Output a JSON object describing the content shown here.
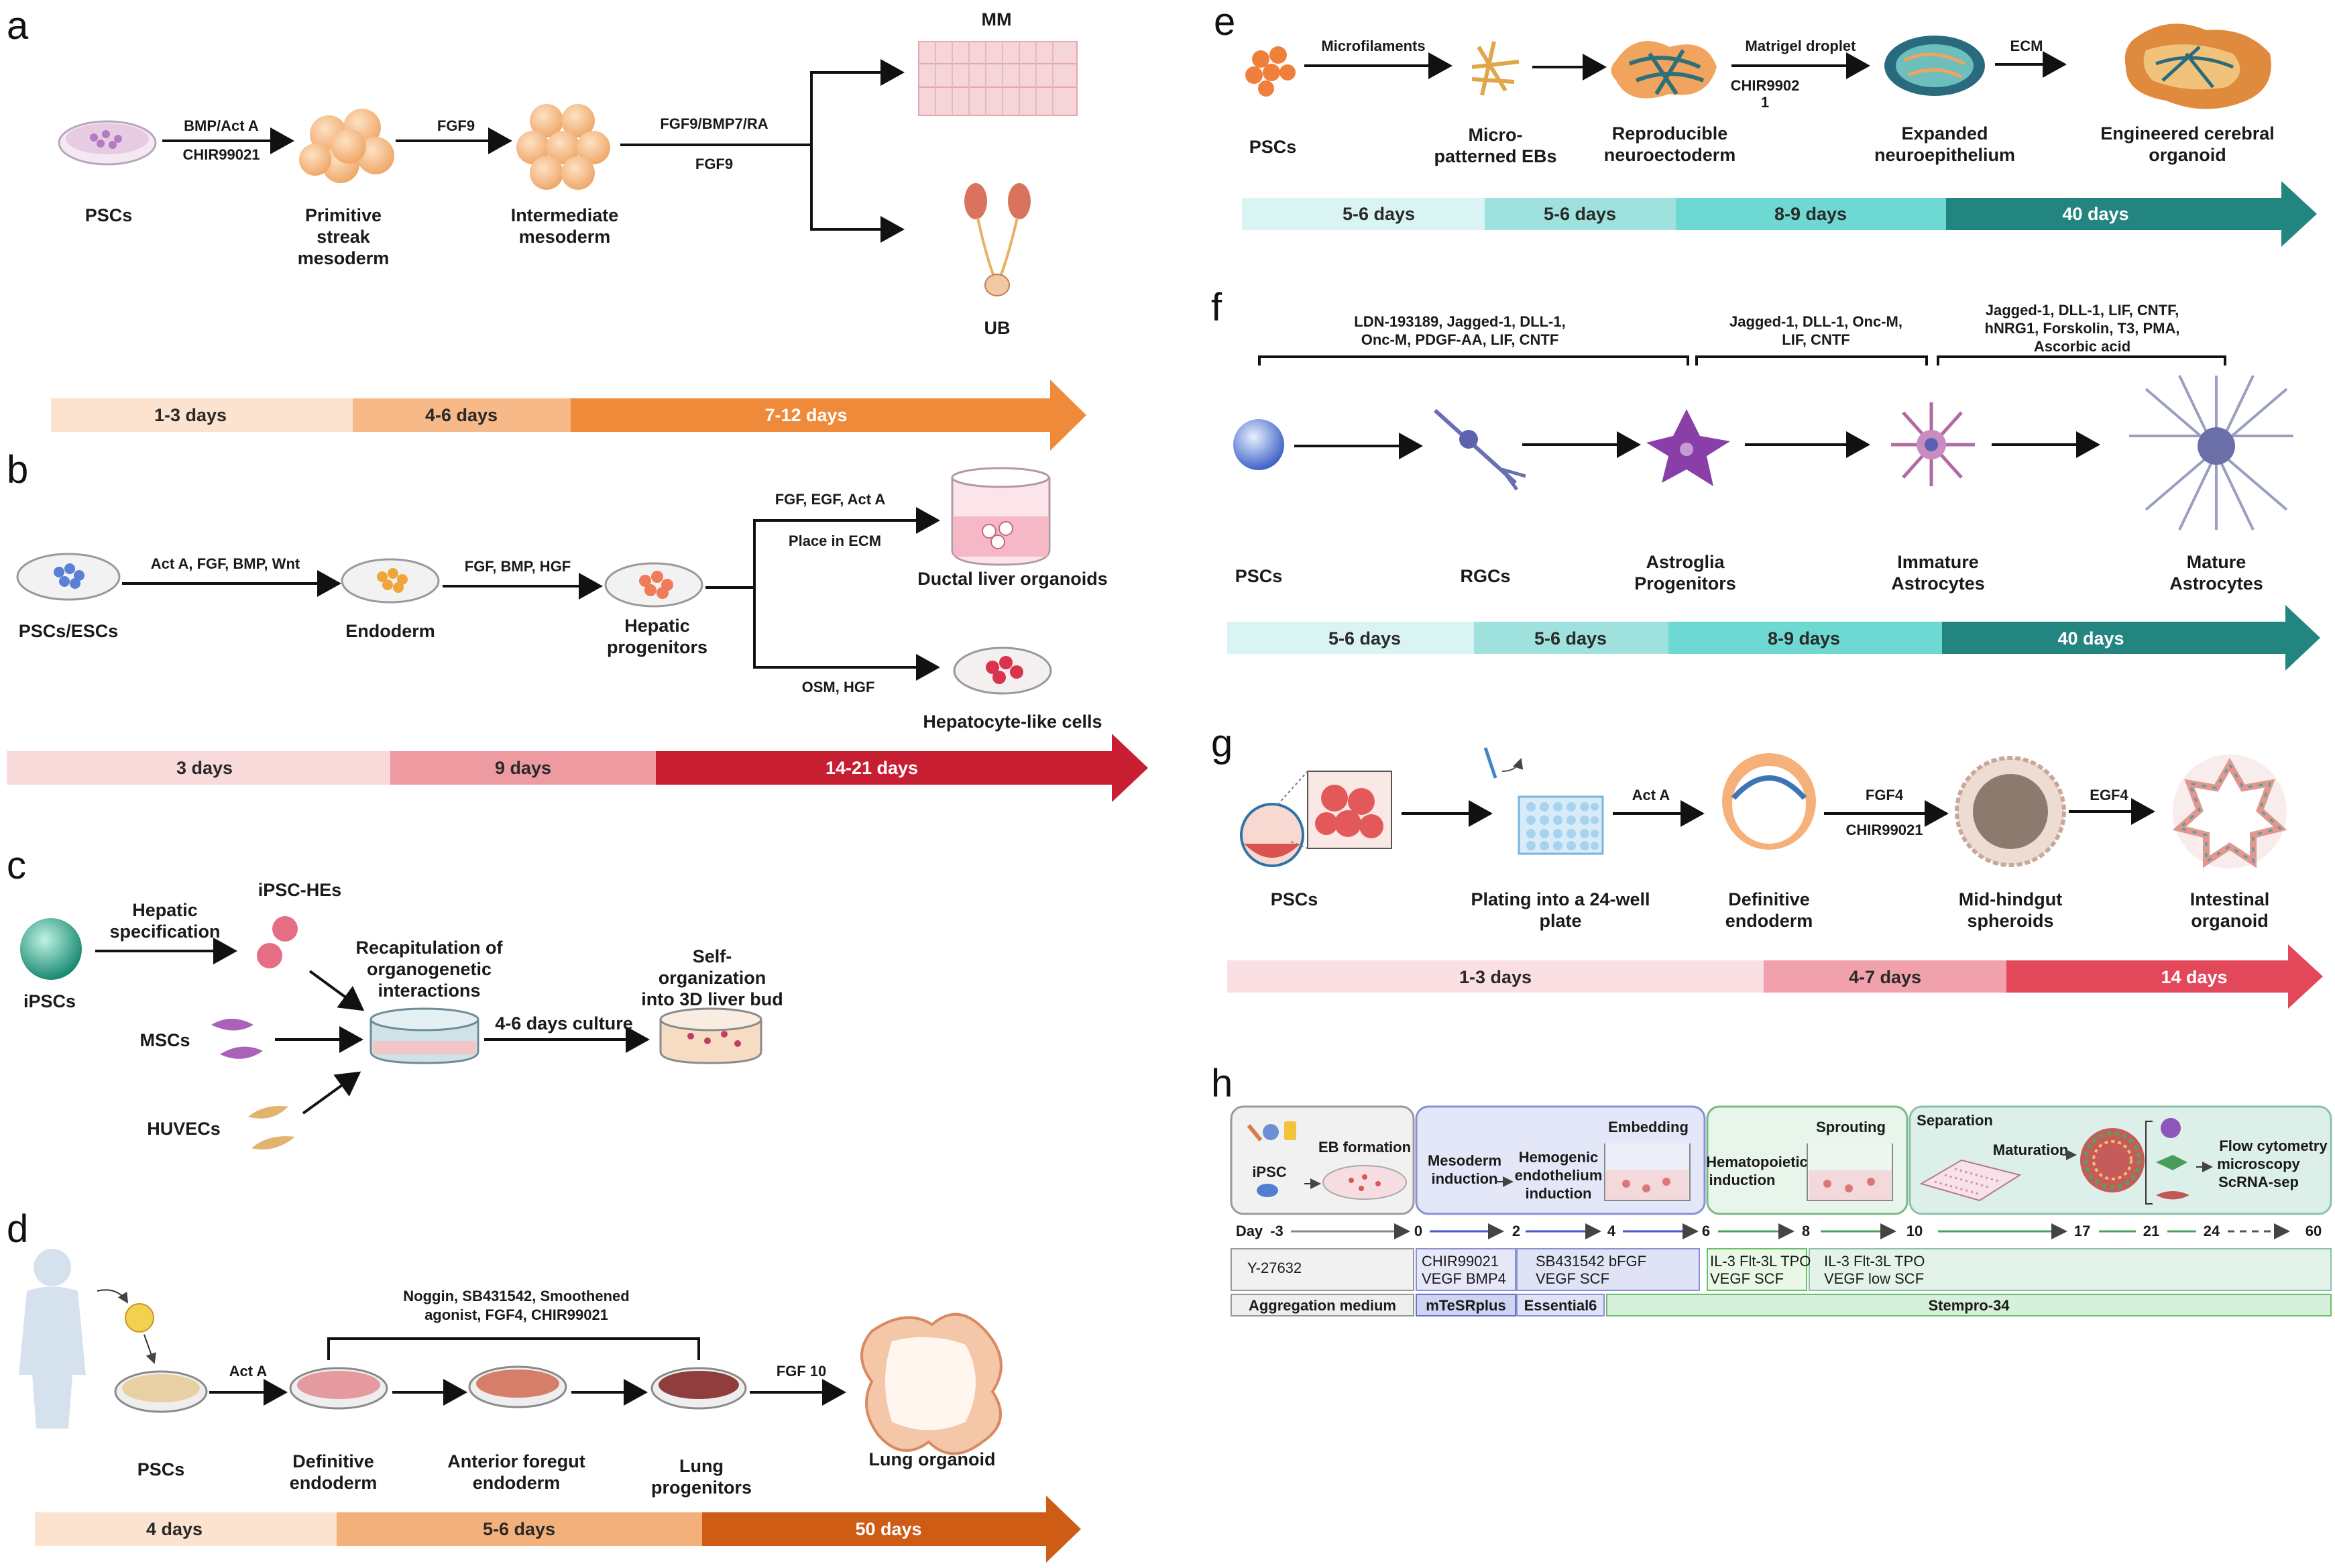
{
  "panels": {
    "a": {
      "letter": "a",
      "stages": [
        "PSCs",
        "Primitive",
        "streak",
        "mesoderm",
        "Intermediate",
        "mesoderm",
        "MM",
        "UB"
      ],
      "factors": [
        "BMP/Act A",
        "CHIR99021",
        "FGF9",
        "FGF9/BMP7/RA",
        "FGF9"
      ],
      "timeline": [
        "1-3 days",
        "4-6 days",
        "7-12 days"
      ]
    },
    "b": {
      "letter": "b",
      "stages": [
        "PSCs/ESCs",
        "Endoderm",
        "Hepatic",
        "progenitors",
        "Ductal liver organoids",
        "Hepatocyte-like cells"
      ],
      "factors": [
        "Act A, FGF, BMP, Wnt",
        "FGF, BMP, HGF",
        "FGF, EGF, Act A",
        "Place in ECM",
        "OSM, HGF"
      ],
      "timeline": [
        "3 days",
        "9 days",
        "14-21 days"
      ]
    },
    "c": {
      "letter": "c",
      "labels": [
        "iPSCs",
        "Hepatic",
        "specification",
        "iPSC-HEs",
        "MSCs",
        "HUVECs",
        "Recapitulation of",
        "organogenetic",
        "interactions",
        "4-6 days culture",
        "Self-",
        "organization",
        "into 3D liver bud"
      ]
    },
    "d": {
      "letter": "d",
      "stages": [
        "PSCs",
        "Definitive",
        "endoderm",
        "Anterior foregut",
        "endoderm",
        "Lung",
        "progenitors",
        "Lung organoid"
      ],
      "factors": [
        "Act A",
        "Noggin, SB431542, Smoothened",
        "agonist, FGF4, CHIR99021",
        "FGF 10"
      ],
      "timeline": [
        "4 days",
        "5-6 days",
        "50 days"
      ]
    },
    "e": {
      "letter": "e",
      "stages": [
        "PSCs",
        "Micro-",
        "patterned EBs",
        "Reproducible",
        "neuroectoderm",
        "Expanded",
        "neuroepithelium",
        "Engineered cerebral",
        "organoid"
      ],
      "factors": [
        "Microfilaments",
        "Matrigel droplet",
        "CHIR9902",
        "1",
        "ECM"
      ],
      "timeline": [
        "5-6 days",
        "5-6 days",
        "8-9 days",
        "40 days"
      ]
    },
    "f": {
      "letter": "f",
      "stages": [
        "PSCs",
        "RGCs",
        "Astroglia",
        "Progenitors",
        "Immature",
        "Astrocytes",
        "Mature",
        "Astrocytes"
      ],
      "factors": [
        "LDN-193189, Jagged-1, DLL-1,",
        "Onc-M, PDGF-AA, LIF, CNTF",
        "Jagged-1, DLL-1, Onc-M,",
        "LIF, CNTF",
        "Jagged-1, DLL-1, LIF, CNTF,",
        "hNRG1, Forskolin, T3, PMA,",
        "Ascorbic acid"
      ],
      "timeline": [
        "5-6 days",
        "5-6 days",
        "8-9 days",
        "40 days"
      ]
    },
    "g": {
      "letter": "g",
      "stages": [
        "PSCs",
        "Plating into a 24-well",
        "plate",
        "Definitive",
        "endoderm",
        "Mid-hindgut",
        "spheroids",
        "Intestinal",
        "organoid"
      ],
      "factors": [
        "Act A",
        "FGF4",
        "CHIR99021",
        "EGF4"
      ],
      "timeline": [
        "1-3 days",
        "4-7 days",
        "14 days"
      ]
    },
    "h": {
      "letter": "h",
      "boxes": [
        "EB formation",
        "iPSC",
        "Mesoderm",
        "induction",
        "Hemogenic",
        "endothelium",
        "induction",
        "Embedding",
        "Hematopoietic",
        "induction",
        "Sprouting",
        "Separation",
        "Maturation",
        "Flow cytometry",
        "microscopy",
        "ScRNA-sep"
      ],
      "days": [
        "Day",
        "-3",
        "0",
        "2",
        "4",
        "6",
        "8",
        "10",
        "17",
        "21",
        "24",
        "60"
      ],
      "factors": [
        "Y-27632",
        "CHIR99021",
        "VEGF BMP4",
        "SB431542 bFGF",
        "VEGF SCF",
        "IL-3 Flt-3L TPO",
        "VEGF SCF",
        "IL-3 Flt-3L TPO",
        "VEGF low SCF"
      ],
      "media": [
        "Aggregation medium",
        "mTeSRplus",
        "Essential6",
        "Stempro-34"
      ]
    }
  },
  "colors": {
    "orange": [
      "#fbe3cf",
      "#f6b987",
      "#ee8a3a"
    ],
    "red": [
      "#f9dada",
      "#ee9aa1",
      "#c81e32"
    ],
    "deep_orange": [
      "#fbe3cf",
      "#f4b07a",
      "#cf5c14"
    ],
    "teal": [
      "#d9f4f3",
      "#9fe2dd",
      "#6ed8d2",
      "#22857f"
    ],
    "pink_red": [
      "#fbe0e3",
      "#f1a1ab",
      "#e2485a"
    ]
  }
}
